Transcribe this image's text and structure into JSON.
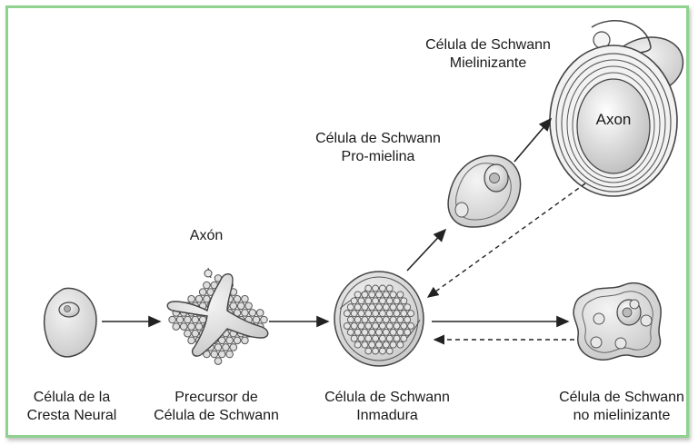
{
  "labels": {
    "neural_crest": [
      "Célula de la",
      "Cresta Neural"
    ],
    "precursor": [
      "Precursor de",
      "Célula de Schwann"
    ],
    "immature": [
      "Célula de Schwann",
      "Inmadura"
    ],
    "nonmyelinating": [
      "Célula de Schwann",
      "no mielinizante"
    ],
    "promyelin": [
      "Célula de Schwann",
      "Pro-mielina"
    ],
    "myelinating": [
      "Célula de Schwann",
      "Mielinizante"
    ],
    "axon_small": "Axón",
    "axon_large": "Axon"
  },
  "colors": {
    "border": "#8fd28f",
    "cell_fill": "#e2e2e2",
    "stroke": "#444444"
  }
}
